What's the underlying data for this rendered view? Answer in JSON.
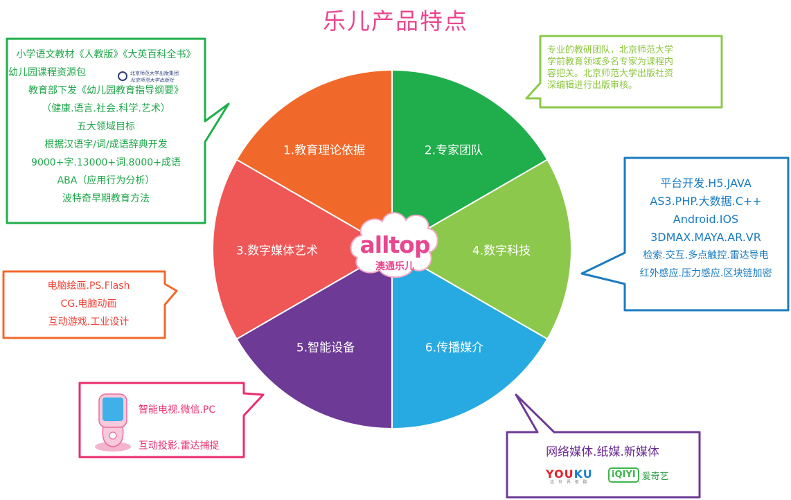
{
  "title": "乐儿产品特点",
  "segments": [
    {
      "label": "1.教育理论依据",
      "color": "#1fae4b"
    },
    {
      "label": "2.专家团队",
      "color": "#8cc84b"
    },
    {
      "label": "4.数字科技",
      "color": "#27aae1"
    },
    {
      "label": "6.传播媒介",
      "color": "#6d3a96"
    },
    {
      "label": "5.智能设备",
      "color": "#ef5656"
    },
    {
      "label": "3.数字媒体艺术",
      "color": "#f0692b"
    }
  ],
  "center_logo": {
    "word": "alltop",
    "sub": "澳通乐儿"
  },
  "box1": {
    "lines": [
      "小学语文教材《人教版》《大英百科全书》",
      "幼儿园课程资源包",
      "教育部下发《幼儿园教育指导纲要》",
      "（健康.语言.社会.科学.艺术）",
      "五大领域目标",
      "根据汉语字/词/成语辞典开发",
      "9000+字.13000+词.8000+成语",
      "ABA（应用行为分析）",
      "波特奇早期教育方法"
    ],
    "publisher_logo": {
      "line1": "北京师范大学出版集团",
      "line2": "北京师范大学出版社"
    }
  },
  "box2": {
    "lines": [
      "专业的教研团队，北京师范大学",
      "学前教育领域多名专家为课程内",
      "容把关。北京师范大学出版社资",
      "深编辑进行出版审核。"
    ]
  },
  "box3": {
    "lines": [
      "电脑绘画.PS.Flash",
      "CG.电脑动画",
      "互动游戏.工业设计"
    ]
  },
  "box4": {
    "lines": [
      "平台开发.H5.JAVA",
      "AS3.PHP.大数据.C++",
      "Android.IOS",
      "3DMAX.MAYA.AR.VR",
      "检索.交互.多点触控.雷达导电",
      "红外感应.压力感应.区块链加密"
    ]
  },
  "box5": {
    "lines": [
      "智能电视.微信.PC",
      "互动投影.雷达捕捉"
    ]
  },
  "box6": {
    "lines": [
      "网络媒体.纸媒.新媒体"
    ],
    "logos": {
      "youku_a": "YOU",
      "youku_b": "KU",
      "youku_sub": "这 世 界 很 酷",
      "iqiyi_mark": "iQIYI",
      "iqiyi_text": "爱奇艺"
    }
  }
}
